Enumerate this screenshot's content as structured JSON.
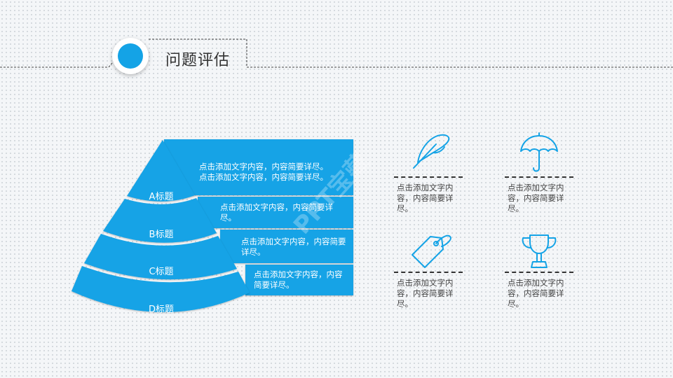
{
  "header": {
    "title": "问题评估"
  },
  "pyramid": {
    "tiers": [
      {
        "label": "A标题",
        "text": "点击添加文字内容，内容简要详尽。点击添加文字内容，内容简要详尽。"
      },
      {
        "label": "B标题",
        "text": "点击添加文字内容，内容简要详尽。"
      },
      {
        "label": "C标题",
        "text": "点击添加文字内容，内容简要详尽。"
      },
      {
        "label": "D标题",
        "text": "点击添加文字内容，内容简要详尽。"
      }
    ],
    "first_tier_lines": [
      "点击添加文字内容，内容简要详尽。",
      "点击添加文字内容，内容简要详尽。"
    ],
    "fill_color": "#14a3e6"
  },
  "watermark": "PPT宝藏",
  "cards": [
    {
      "icon": "feather-icon",
      "text": "点击添加文字内容，内容简要详尽。"
    },
    {
      "icon": "umbrella-icon",
      "text": "点击添加文字内容，内容简要详尽。"
    },
    {
      "icon": "price-tag-icon",
      "text": "点击添加文字内容，内容简要详尽。"
    },
    {
      "icon": "trophy-icon",
      "text": "点击添加文字内容，内容简要详尽。"
    }
  ],
  "colors": {
    "accent": "#14a3e6",
    "text": "#333333"
  }
}
